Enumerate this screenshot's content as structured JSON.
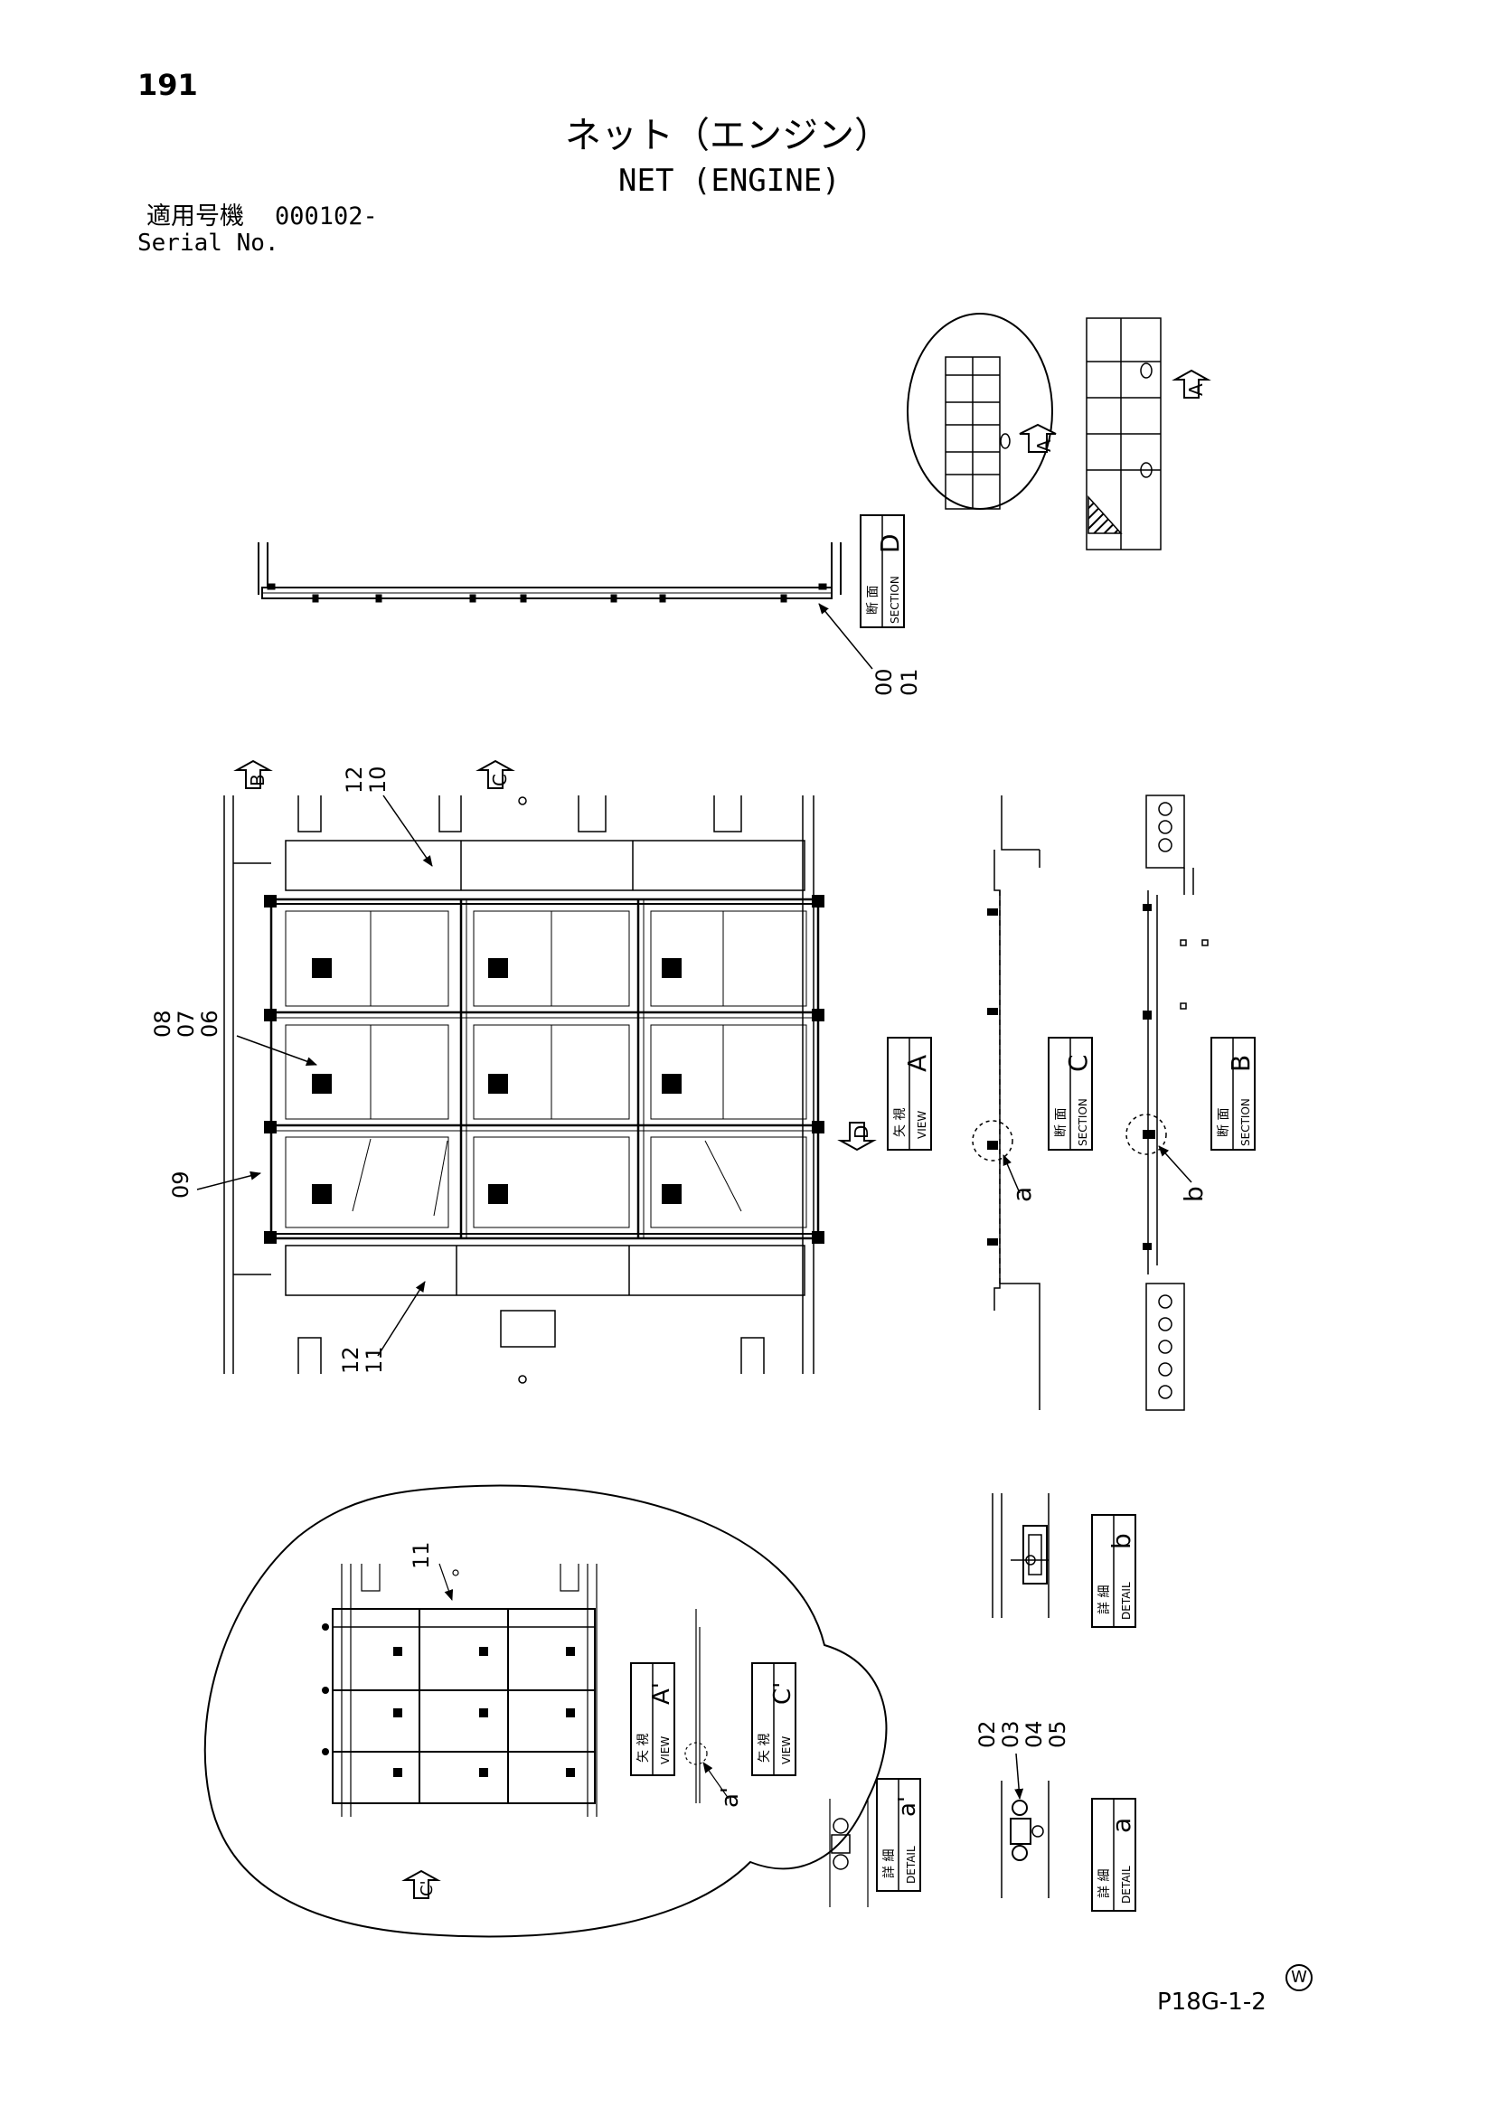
{
  "header": {
    "page_number": "191",
    "title_ja": "ネット（エンジン）",
    "title_en": "NET (ENGINE)",
    "serial_label_ja": "適用号機",
    "serial_value": "000102-",
    "serial_label_en": "Serial No."
  },
  "footer": {
    "drawing_code": "P18G-1-2",
    "mark": "W"
  },
  "view_labels": {
    "section_d": {
      "ja": "断 面",
      "en": "SECTION",
      "letter": "D"
    },
    "view_a": {
      "ja": "矢 視",
      "en": "VIEW",
      "letter": "A"
    },
    "section_c": {
      "ja": "断 面",
      "en": "SECTION",
      "letter": "C"
    },
    "section_b": {
      "ja": "断 面",
      "en": "SECTION",
      "letter": "B"
    },
    "detail_b": {
      "ja": "詳 細",
      "en": "DETAIL",
      "letter": "b"
    },
    "view_a_prime": {
      "ja": "矢 視",
      "en": "VIEW",
      "letter": "A'"
    },
    "view_c_prime": {
      "ja": "矢 視",
      "en": "VIEW",
      "letter": "C'"
    },
    "detail_a_prime": {
      "ja": "詳 細",
      "en": "DETAIL",
      "letter": "a'"
    },
    "detail_a": {
      "ja": "詳 細",
      "en": "DETAIL",
      "letter": "a"
    }
  },
  "arrow_markers": {
    "a": "A",
    "b": "B",
    "c": "C",
    "d": "D",
    "c_prime": "C'",
    "a_inset": "A"
  },
  "detail_callouts": {
    "a": "a",
    "b": "b",
    "a_prime": "a'"
  },
  "part_numbers": {
    "p00": "00",
    "p01": "01",
    "p02": "02",
    "p03": "03",
    "p04": "04",
    "p05": "05",
    "p06": "06",
    "p07": "07",
    "p08": "08",
    "p09": "09",
    "p10": "10",
    "p11": "11",
    "p11_inset": "11",
    "p12_top": "12",
    "p12_bottom": "12"
  }
}
